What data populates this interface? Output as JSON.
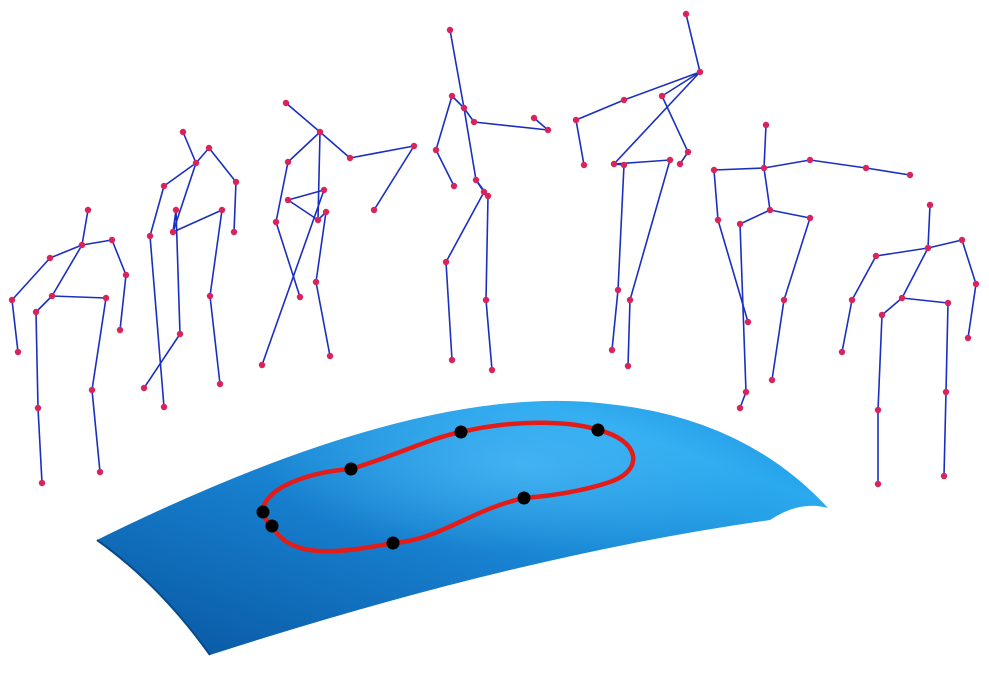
{
  "figure": {
    "figures": [
      {
        "id": "pose-1"
      },
      {
        "id": "pose-2"
      },
      {
        "id": "pose-3"
      },
      {
        "id": "pose-4"
      },
      {
        "id": "pose-5"
      },
      {
        "id": "pose-6"
      },
      {
        "id": "pose-7"
      }
    ],
    "manifold": {
      "keypoint_count": 7
    },
    "colors": {
      "bone": "#1a2fbf",
      "joint": "#d8245a",
      "surface_dark": "#0a5fb0",
      "surface_light": "#25a4ec",
      "loop": "#e41b17",
      "keypoint": "#000000",
      "background": "#ffffff"
    }
  }
}
